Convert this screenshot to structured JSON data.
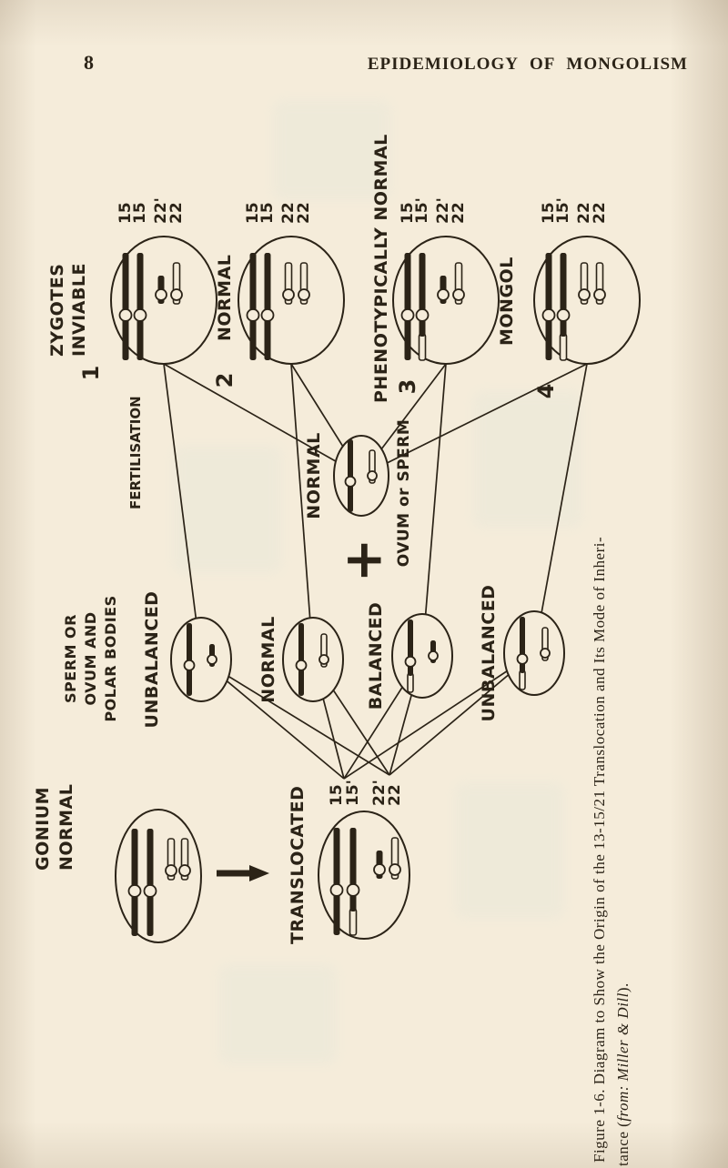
{
  "page": {
    "number": "8",
    "running_header": "EPIDEMIOLOGY OF MONGOLISM"
  },
  "colors": {
    "paper": "#f5ecda",
    "ink": "#2b2317"
  },
  "stages": {
    "gonium": [
      "GONIUM",
      "NORMAL"
    ],
    "germ_cells": [
      "SPERM OR",
      "OVUM AND",
      "POLAR BODIES"
    ],
    "fertilisation": "FERTILISATION",
    "zygotes_header": "ZYGOTES"
  },
  "cells": {
    "gonium": {
      "rows": [
        "long-dark",
        "long-dark",
        "small-outline",
        "small-outline"
      ]
    },
    "translocated": {
      "label": "TRANSLOCATED",
      "numbers": [
        "15",
        "15'",
        "22'",
        "22"
      ],
      "rows": [
        "long-dark",
        "long-transloc",
        "small-dark",
        "small-outline"
      ]
    },
    "gametes": [
      {
        "label": "UNBALANCED",
        "rows": [
          "long-dark",
          "small-dark"
        ]
      },
      {
        "label": "NORMAL",
        "rows": [
          "long-dark",
          "small-outline"
        ]
      },
      {
        "label": "BALANCED",
        "rows": [
          "long-transloc",
          "small-dark"
        ]
      },
      {
        "label": "UNBALANCED",
        "rows": [
          "long-transloc",
          "small-outline"
        ]
      }
    ],
    "ovum": {
      "label_top": "NORMAL",
      "label_bottom": "OVUM or SPERM",
      "plus": "+",
      "rows": [
        "long-dark",
        "small-outline"
      ]
    },
    "zygotes": [
      {
        "index": "1",
        "label": "INVIABLE",
        "numbers": [
          "15",
          "15",
          "22'",
          "22"
        ],
        "rows": [
          "long-dark",
          "long-dark",
          "small-dark",
          "small-outline"
        ]
      },
      {
        "index": "2",
        "label": "NORMAL",
        "numbers": [
          "15",
          "15",
          "22",
          "22"
        ],
        "rows": [
          "long-dark",
          "long-dark",
          "small-outline",
          "small-outline"
        ]
      },
      {
        "index": "3",
        "label": "PHENOTYPICALLY NORMAL",
        "numbers": [
          "15",
          "15'",
          "22'",
          "22"
        ],
        "rows": [
          "long-dark",
          "long-transloc",
          "small-dark",
          "small-outline"
        ]
      },
      {
        "index": "4",
        "label": "MONGOL",
        "numbers": [
          "15",
          "15'",
          "22",
          "22"
        ],
        "rows": [
          "long-dark",
          "long-transloc",
          "small-outline",
          "small-outline"
        ]
      }
    ]
  },
  "caption": {
    "line1": "Figure 1-6.  Diagram to Show the Origin of the 13-15/21 Translocation and Its Mode of Inheri-",
    "line2_prefix": "tance (",
    "line2_italic": "from: Miller & Dill",
    "line2_suffix": ")."
  }
}
